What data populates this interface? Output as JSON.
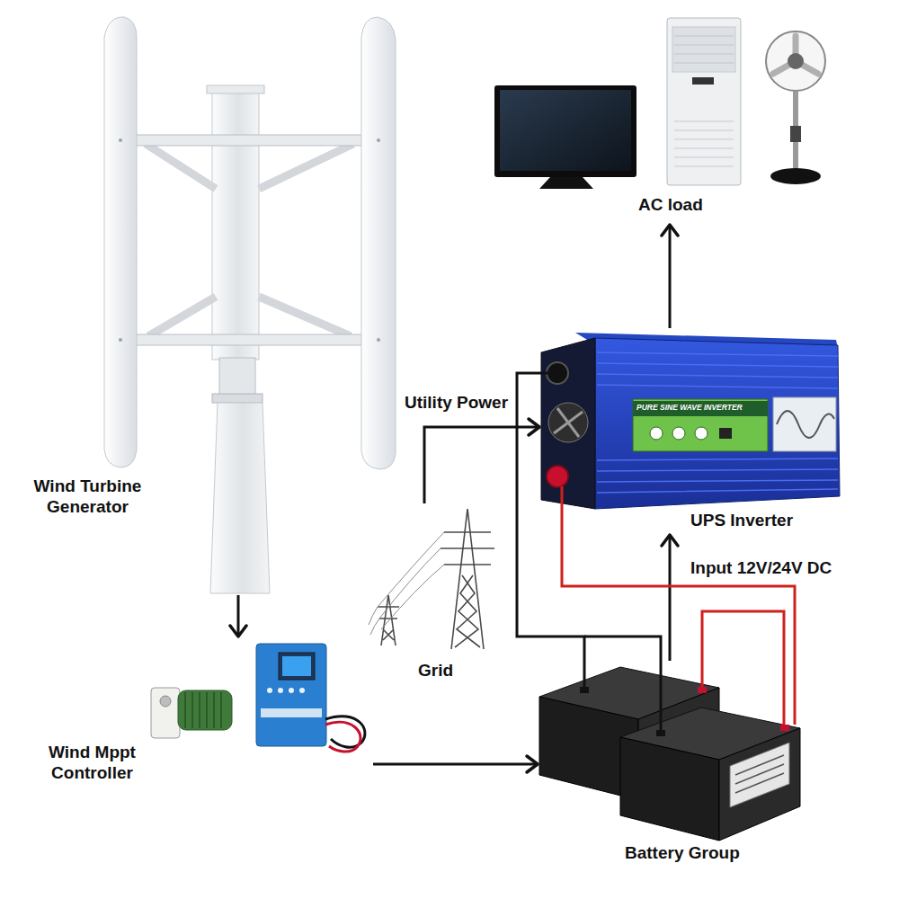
{
  "diagram": {
    "nodes": [
      {
        "text": [
          "Wind Turbine Generator"
        ]
      },
      {
        "text": [
          "Wind Mppt Controller"
        ]
      },
      {
        "text": [
          "Grid"
        ]
      },
      {
        "text": [
          "UPS Inverter",
          "PURE SINE WAVE INVERTER"
        ]
      },
      {
        "text": [
          "Battery Group"
        ]
      },
      {
        "text": [
          "AC load"
        ]
      }
    ],
    "edges": [
      {
        "from": 0,
        "to": 1,
        "arrow": "to"
      },
      {
        "from": 1,
        "to": 4,
        "arrow": "to"
      },
      {
        "from": 2,
        "to": 3,
        "label": "Utility Power",
        "arrow": "to"
      },
      {
        "from": 4,
        "to": 3,
        "label": "Input 12V/24V DC",
        "arrow": "to"
      },
      {
        "from": 3,
        "to": 5,
        "arrow": "to"
      },
      {
        "from": 3,
        "to": 4,
        "arrow": "none"
      },
      {
        "from": 3,
        "to": 4,
        "arrow": "none"
      }
    ]
  }
}
